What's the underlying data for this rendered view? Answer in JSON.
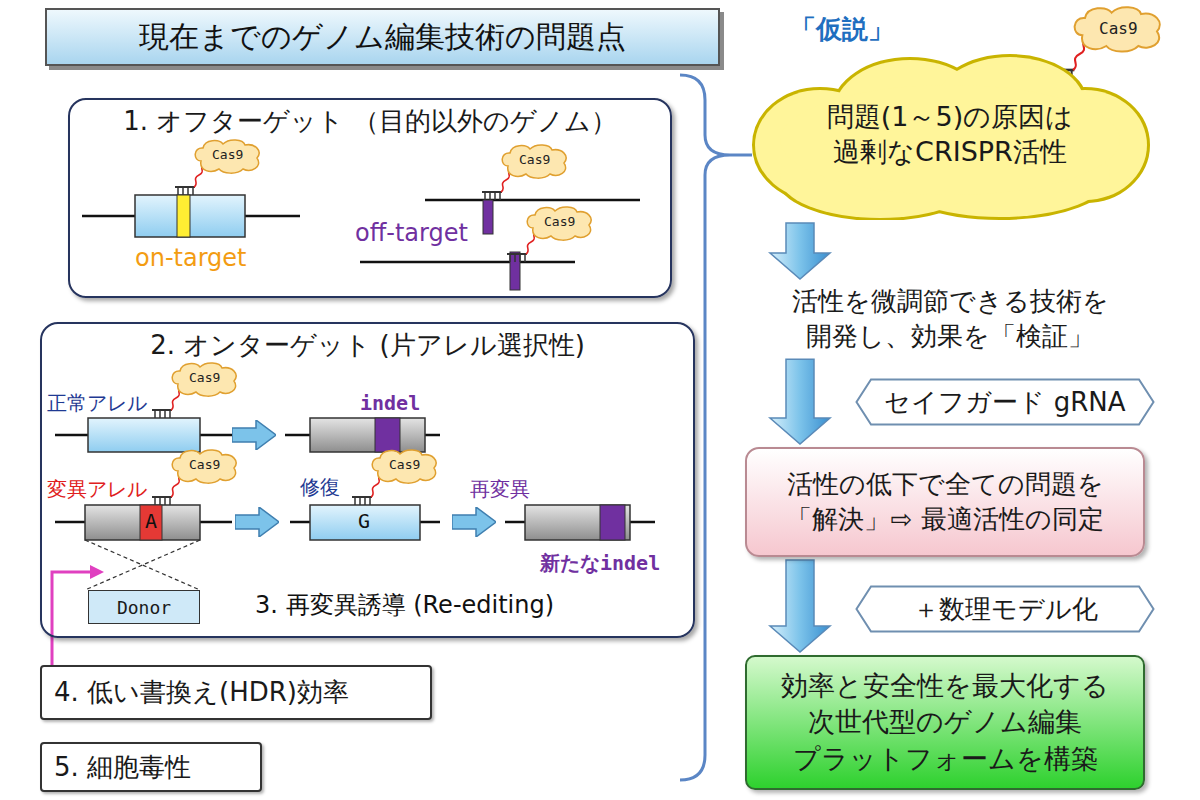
{
  "diagram": {
    "title": "現在までのゲノム編集技術の問題点",
    "nodes": [
      {
        "text": [
          "1. オフターゲット （目的以外のゲノム）"
        ]
      },
      {
        "text": [
          "2. オンターゲット (片アレル選択性)"
        ]
      },
      {
        "text": [
          "Donor"
        ],
        "in": 1
      },
      {
        "text": [
          "4. 低い書換え(HDR)効率"
        ]
      },
      {
        "text": [
          "5. 細胞毒性"
        ]
      },
      {
        "text": [
          "「仮説」",
          "問題(1～5)の原因は 過剰なCRISPR活性"
        ]
      },
      {
        "text": [
          "活性を微調節できる技術を 開発し、効果を「検証」"
        ]
      },
      {
        "text": [
          "セイフガード gRNA"
        ]
      },
      {
        "text": [
          "活性の低下で全ての問題を 「解決」⇨ 最適活性の同定"
        ]
      },
      {
        "text": [
          "＋数理モデル化"
        ]
      },
      {
        "text": [
          "効率と安全性を最大化する 次世代型のゲノム編集 プラットフォームを構築"
        ]
      }
    ],
    "edges": [
      {
        "from": 5,
        "to": 6,
        "arrow": "to"
      },
      {
        "from": 6,
        "to": 8,
        "arrow": "to"
      },
      {
        "from": 8,
        "to": 10,
        "arrow": "to"
      }
    ],
    "labels": [
      "Cas9",
      "on-target",
      "Cas9",
      "off-target",
      "Cas9",
      "正常アレル",
      "Cas9",
      "indel",
      "変異アレル",
      "Cas9",
      "A",
      "修復",
      "Cas9",
      "再変異",
      "G",
      "新たなindel",
      "3. 再変異誘導 (Re-editing)",
      "Cas9"
    ]
  }
}
